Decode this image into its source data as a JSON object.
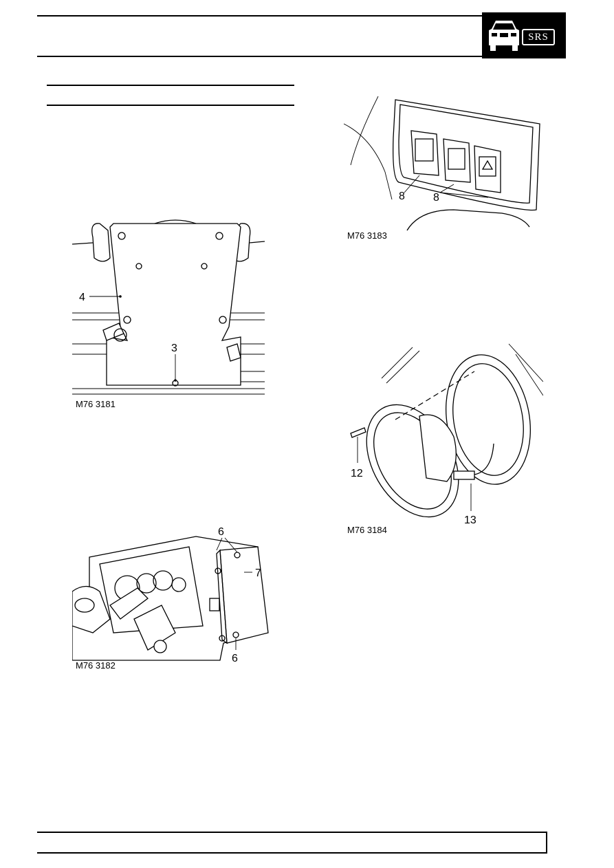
{
  "header": {
    "badge_text": "SRS",
    "badge_icon": "car-front-icon"
  },
  "figures": {
    "fig1": {
      "label": "M76 3181",
      "callouts": [
        "4",
        "3"
      ]
    },
    "fig2": {
      "label": "M76 3182",
      "callouts": [
        "6",
        "7",
        "6"
      ]
    },
    "fig3": {
      "label": "M76 3183",
      "callouts": [
        "8",
        "8"
      ]
    },
    "fig4": {
      "label": "M76 3184",
      "callouts": [
        "12",
        "13"
      ]
    }
  },
  "colors": {
    "ink": "#000000",
    "paper": "#ffffff"
  }
}
